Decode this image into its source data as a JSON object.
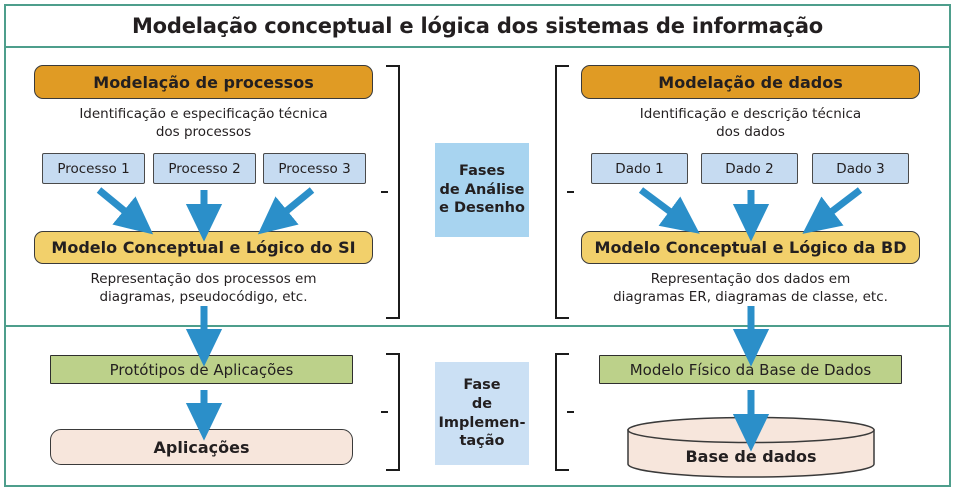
{
  "title": "Modelação conceptual e lógica dos sistemas de informação",
  "left_column": {
    "header": "Modelação de processos",
    "caption": "Identificação e especificação técnica\ndos processos",
    "chips": [
      "Processo 1",
      "Processo 2",
      "Processo 3"
    ],
    "model": "Modelo Conceptual e Lógico do SI",
    "model_caption": "Representação dos processos em\ndiagramas, pseudocódigo, etc.",
    "prototype": "Protótipos de Aplicações",
    "result": "Aplicações"
  },
  "right_column": {
    "header": "Modelação de dados",
    "caption": "Identificação e descrição técnica\ndos dados",
    "chips": [
      "Dado 1",
      "Dado 2",
      "Dado 3"
    ],
    "model": "Modelo Conceptual e Lógico da BD",
    "model_caption": "Representação dos dados em\ndiagramas ER, diagramas de classe, etc.",
    "prototype": "Modelo Físico da Base de Dados",
    "result": "Base de dados"
  },
  "phases": {
    "analysis": "Fases\nde Análise\ne Desenho",
    "implementation": "Fase\nde\nImplemen-\ntação"
  },
  "colors": {
    "frame": "#4E9E8C",
    "header_orange": "#E09B24",
    "model_yellow": "#F2D06B",
    "chip_blue": "#C6DBF1",
    "green": "#BCD18A",
    "pink": "#F7E6DC",
    "phase_blue": "#A8D4F0",
    "phase_blue_light": "#CBE0F4",
    "arrow_blue": "#2B8FC9"
  }
}
